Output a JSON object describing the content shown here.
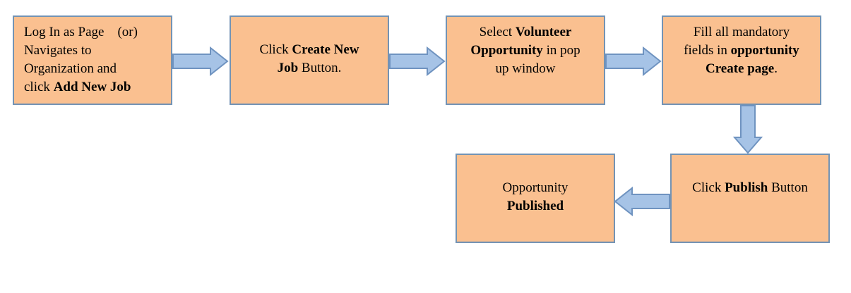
{
  "colors": {
    "box_fill": "#fac090",
    "box_border": "#7393b4",
    "arrow_fill": "#a6c3e6",
    "arrow_stroke": "#6f93c0"
  },
  "steps": [
    {
      "lines": [
        [
          {
            "t": "Log In as Page    (or)",
            "b": false
          }
        ],
        [
          {
            "t": "Navigates to",
            "b": false
          }
        ],
        [
          {
            "t": "Organization and",
            "b": false
          }
        ],
        [
          {
            "t": "click ",
            "b": false
          },
          {
            "t": "Add New Job",
            "b": true
          }
        ]
      ]
    },
    {
      "lines": [
        [
          {
            "t": "Click ",
            "b": false
          },
          {
            "t": "Create New",
            "b": true
          }
        ],
        [
          {
            "t": "Job",
            "b": true
          },
          {
            "t": " Button.",
            "b": false
          }
        ]
      ]
    },
    {
      "lines": [
        [
          {
            "t": "Select ",
            "b": false
          },
          {
            "t": "Volunteer",
            "b": true
          }
        ],
        [
          {
            "t": "Opportunity",
            "b": true
          },
          {
            "t": " in pop",
            "b": false
          }
        ],
        [
          {
            "t": "up window",
            "b": false
          }
        ]
      ]
    },
    {
      "lines": [
        [
          {
            "t": "Fill all mandatory",
            "b": false
          }
        ],
        [
          {
            "t": "fields in ",
            "b": false
          },
          {
            "t": "opportunity",
            "b": true
          }
        ],
        [
          {
            "t": "Create page",
            "b": true
          },
          {
            "t": ".",
            "b": false
          }
        ]
      ]
    },
    {
      "lines": [
        [
          {
            "t": "Click ",
            "b": false
          },
          {
            "t": "Publish",
            "b": true
          },
          {
            "t": " Button",
            "b": false
          }
        ]
      ]
    },
    {
      "lines": [
        [
          {
            "t": "Opportunity",
            "b": false
          }
        ],
        [
          {
            "t": "Published",
            "b": true
          }
        ]
      ]
    }
  ],
  "arrows": [
    {
      "from": 1,
      "to": 2,
      "direction": "right"
    },
    {
      "from": 2,
      "to": 3,
      "direction": "right"
    },
    {
      "from": 3,
      "to": 4,
      "direction": "right"
    },
    {
      "from": 4,
      "to": 5,
      "direction": "down"
    },
    {
      "from": 5,
      "to": 6,
      "direction": "left"
    }
  ]
}
